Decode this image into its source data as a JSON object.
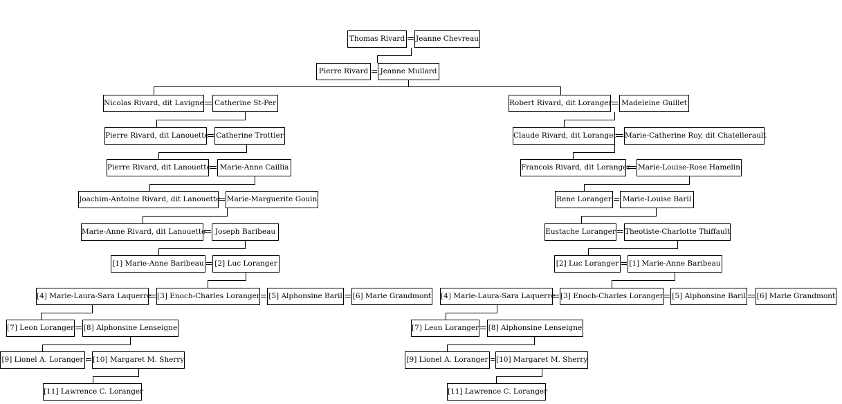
{
  "people": {
    "thomas_rivard": "Thomas Rivard",
    "jeanne_chevreau": "Jeanne Chevreau",
    "pierre_rivard": "Pierre Rivard",
    "jeanne_mullard": "Jeanne Mullard",
    "nicolas_rivard": "Nicolas Rivard, dit Lavigne",
    "catherine_stper": "Catherine St-Per",
    "pierre_lanouette_1": "Pierre Rivard, dit Lanouette",
    "catherine_trottier": "Catherine Trottier",
    "pierre_lanouette_2": "Pierre Rivard, dit Lanouette",
    "marie_anne_caillia": "Marie-Anne Caillia",
    "joachim_antoine": "Joachim-Antoine Rivard, dit Lanouette",
    "marie_marguerite_gouin": "Marie-Marguerite Gouin",
    "marie_anne_rivard": "Marie-Anne Rivard, dit Lanouette",
    "joseph_baribeau": "Joseph Baribeau",
    "l_marie_anne_baribeau": "[1] Marie-Anne Baribeau",
    "l_luc_loranger": "[2] Luc Loranger",
    "l_marie_laura_sara": "[4] Marie-Laura-Sara Laquerre",
    "l_enoch_charles": "[3] Enoch-Charles Loranger",
    "l_alphonsine_baril": "[5] Alphonsine Baril",
    "l_marie_grandmont": "[6] Marie Grandmont",
    "l_leon_loranger": "[7] Leon Loranger",
    "l_alphonsine_lenseigne": "[8] Alphonsine Lenseigne",
    "l_lionel": "[9] Lionel A. Loranger",
    "l_margaret": "[10] Margaret M. Sherry",
    "l_lawrence": "[11] Lawrence C. Loranger",
    "robert_rivard": "Robert Rivard, dit Loranger",
    "madeleine_guillet": "Madeleine Guillet",
    "claude_rivard": "Claude Rivard, dit Loranger",
    "marie_catherine_roy": "Marie-Catherine Roy, dit Chatellerault",
    "francois_rivard": "Francois Rivard, dit Loranger",
    "marie_louise_rose": "Marie-Louise-Rose Hamelin",
    "rene_loranger": "Rene Loranger",
    "marie_louise_baril": "Marie-Louise Baril",
    "eustache_loranger": "Eustache Loranger",
    "theotiste_charlotte": "Theotiste-Charlotte Thiffault",
    "r_luc_loranger": "[2] Luc Loranger",
    "r_marie_anne_baribeau": "[1] Marie-Anne Baribeau",
    "r_marie_laura_sara": "[4] Marie-Laura-Sara Laquerre",
    "r_enoch_charles": "[3] Enoch-Charles Loranger",
    "r_alphonsine_baril": "[5] Alphonsine Baril",
    "r_marie_grandmont": "[6] Marie Grandmont",
    "r_leon_loranger": "[7] Leon Loranger",
    "r_alphonsine_lenseigne": "[8] Alphonsine Lenseigne",
    "r_lionel": "[9] Lionel A. Loranger",
    "r_margaret": "[10] Margaret M. Sherry",
    "r_lawrence": "[11] Lawrence C. Loranger"
  }
}
